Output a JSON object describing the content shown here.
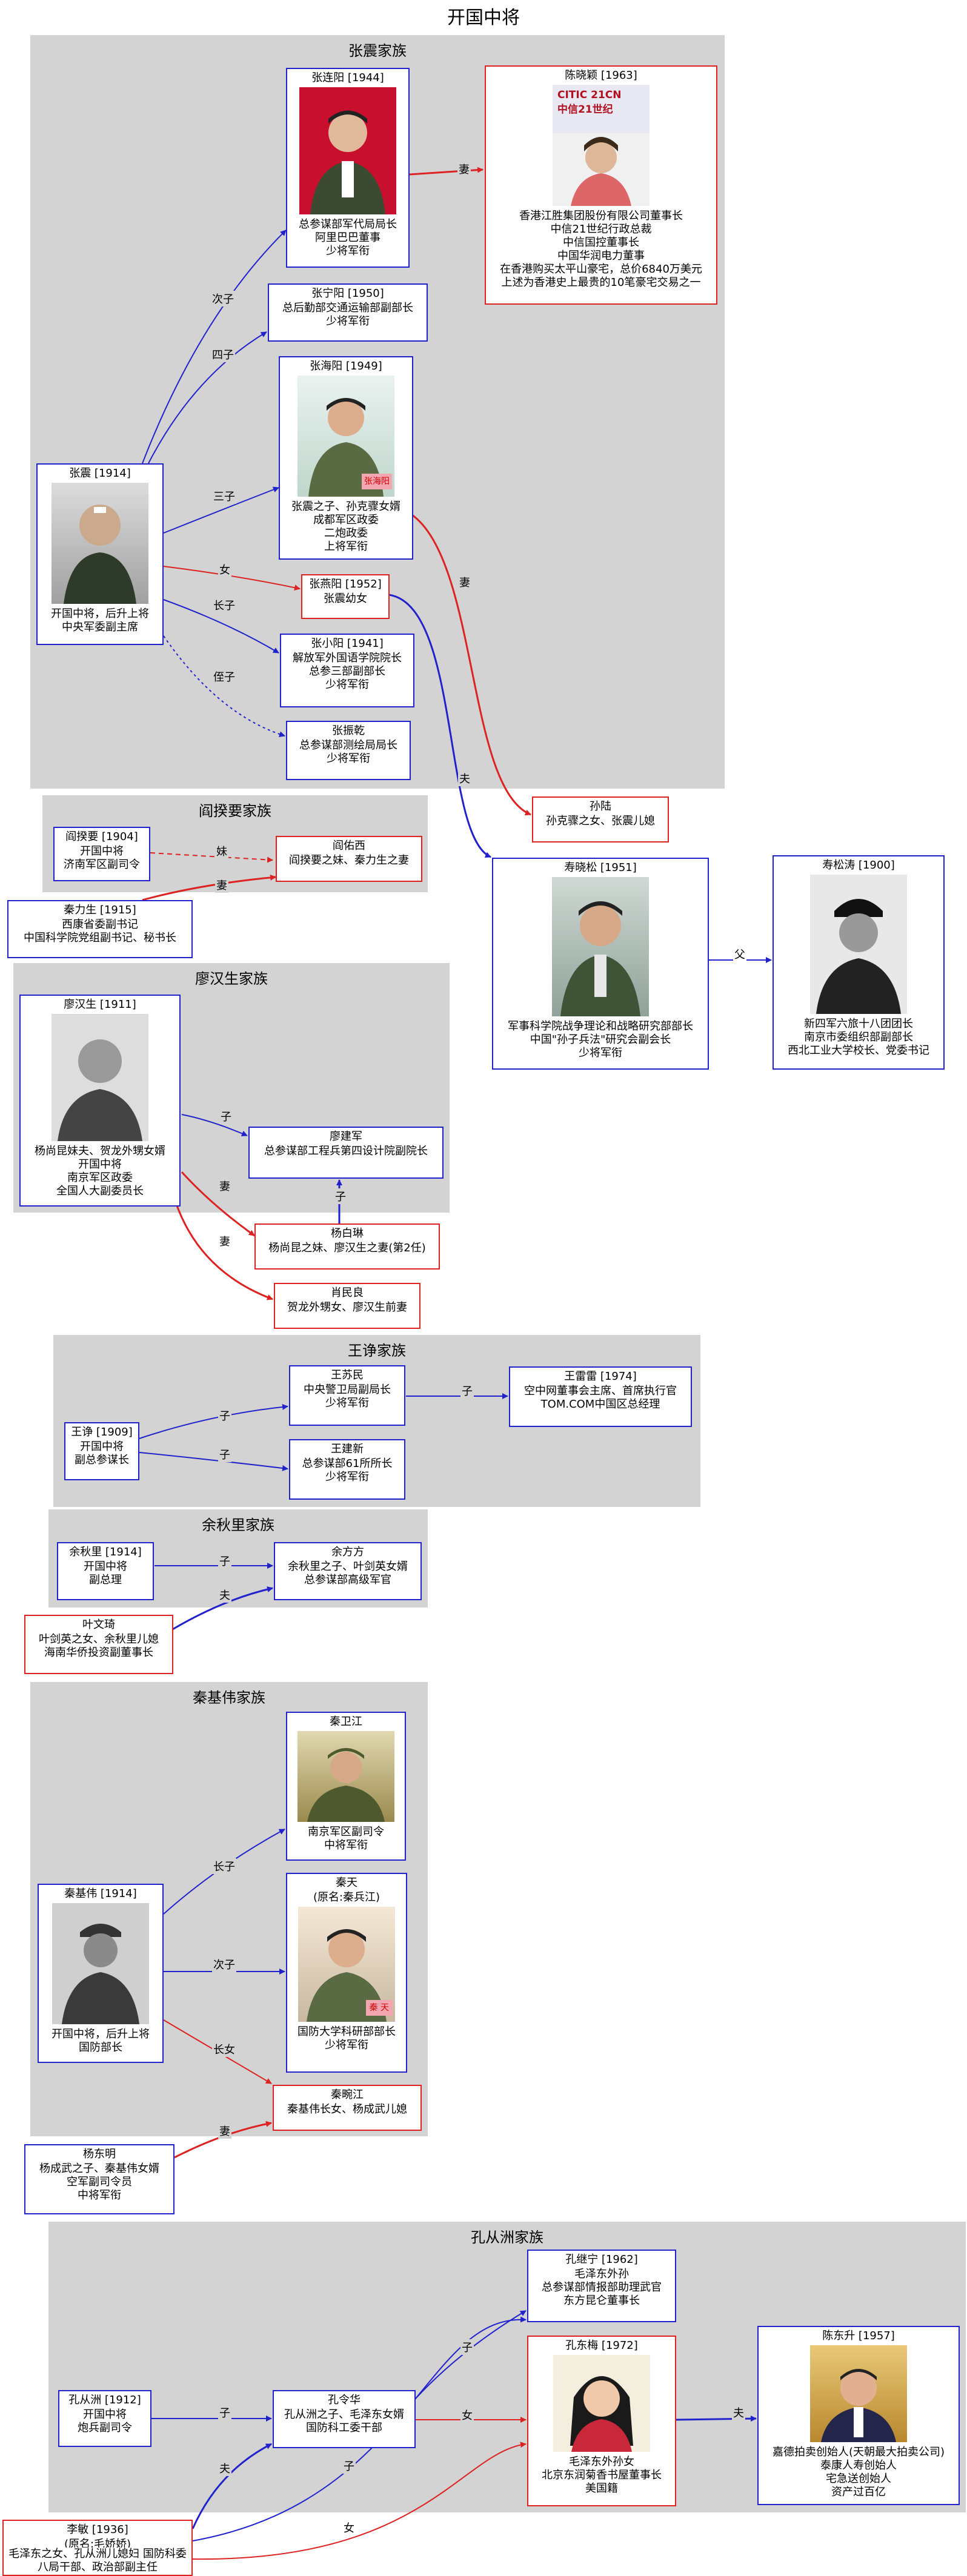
{
  "title": "开国中将",
  "families": {
    "zhangzhen": "张震家族",
    "yanbaohang": "阎揆要家族",
    "liaohansheng": "廖汉生家族",
    "wangzheng": "王诤家族",
    "yuqiuli": "余秋里家族",
    "qinjiwei": "秦基伟家族",
    "kongcongzhou": "孔从洲家族"
  },
  "nodes": {
    "zhangzhen": {
      "name": "张震 [1914]",
      "lines": [
        "开国中将，后升上将",
        "中央军委副主席"
      ]
    },
    "zhanglianyang": {
      "name": "张连阳 [1944]",
      "lines": [
        "总参谋部军代局局长",
        "阿里巴巴董事",
        "少将军衔"
      ]
    },
    "chenxiaoying": {
      "name": "陈晓颖 [1963]",
      "lines": [
        "香港江胜集团股份有限公司董事长",
        "中信21世纪行政总裁",
        "中信国控董事长",
        "中国华润电力董事",
        "在香港购买太平山豪宅，总价6840万美元",
        "上述为香港史上最贵的10笔豪宅交易之一"
      ],
      "photo_text": [
        "CITIC 21CN",
        "中信21世纪"
      ]
    },
    "zhangningyang": {
      "name": "张宁阳 [1950]",
      "lines": [
        "总后勤部交通运输部副部长",
        "少将军衔"
      ]
    },
    "zhanghaiyang": {
      "name": "张海阳 [1949]",
      "lines": [
        "张震之子、孙克骤女婿",
        "成都军区政委",
        "二炮政委",
        "上将军衔"
      ],
      "photo_text": "张海阳"
    },
    "zhangyanyang": {
      "name": "张燕阳 [1952]",
      "lines": [
        "张震幼女"
      ]
    },
    "zhangxiaoyang": {
      "name": "张小阳 [1941]",
      "lines": [
        "解放军外国语学院院长",
        "总参三部副部长",
        "少将军衔"
      ]
    },
    "zhangzhenqian": {
      "name": "张振乾",
      "lines": [
        "总参谋部测绘局局长",
        "少将军衔"
      ]
    },
    "sunli": {
      "name": "孙陆",
      "lines": [
        "孙克骤之女、张震儿媳"
      ]
    },
    "shouxiaosong": {
      "name": "寿晓松 [1951]",
      "lines": [
        "军事科学院战争理论和战略研究部部长",
        "中国\"孙子兵法\"研究会副会长",
        "少将军衔"
      ]
    },
    "shousongtao": {
      "name": "寿松涛 [1900]",
      "lines": [
        "新四军六旅十八团团长",
        "南京市委组织部副部长",
        "西北工业大学校长、党委书记"
      ]
    },
    "yankuiyao": {
      "name": "阎揆要 [1904]",
      "lines": [
        "开国中将",
        "济南军区副司令"
      ]
    },
    "yanyouxi": {
      "name": "阎佑西",
      "lines": [
        "阎揆要之妹、秦力生之妻"
      ]
    },
    "qinlisheng": {
      "name": "秦力生 [1915]",
      "lines": [
        "西康省委副书记",
        "中国科学院党组副书记、秘书长"
      ]
    },
    "liaohansheng": {
      "name": "廖汉生 [1911]",
      "lines": [
        "杨尚昆妹夫、贺龙外甥女婿",
        "开国中将",
        "南京军区政委",
        "全国人大副委员长"
      ]
    },
    "liaojianjun": {
      "name": "廖建军",
      "lines": [
        "总参谋部工程兵第四设计院副院长"
      ]
    },
    "yangbailin": {
      "name": "杨白琳",
      "lines": [
        "杨尚昆之妹、廖汉生之妻(第2任)"
      ]
    },
    "xiaominliang": {
      "name": "肖民良",
      "lines": [
        "贺龙外甥女、廖汉生前妻"
      ]
    },
    "wangzheng": {
      "name": "王诤 [1909]",
      "lines": [
        "开国中将",
        "副总参谋长"
      ]
    },
    "wangsumin": {
      "name": "王苏民",
      "lines": [
        "中央警卫局副局长",
        "少将军衔"
      ]
    },
    "wangleilei": {
      "name": "王雷雷 [1974]",
      "lines": [
        "空中网董事会主席、首席执行官",
        "TOM.COM中国区总经理"
      ]
    },
    "wangjianxin": {
      "name": "王建新",
      "lines": [
        "总参谋部61所所长",
        "少将军衔"
      ]
    },
    "yuqiuli": {
      "name": "余秋里 [1914]",
      "lines": [
        "开国中将",
        "副总理"
      ]
    },
    "yufangfang": {
      "name": "余方方",
      "lines": [
        "余秋里之子、叶剑英女婿",
        "总参谋部高级军官"
      ]
    },
    "yewenqi": {
      "name": "叶文琦",
      "lines": [
        "叶剑英之女、余秋里儿媳",
        "海南华侨投资副董事长"
      ]
    },
    "qinjiwei": {
      "name": "秦基伟 [1914]",
      "lines": [
        "开国中将，后升上将",
        "国防部长"
      ]
    },
    "qinweijiang": {
      "name": "秦卫江",
      "lines": [
        "南京军区副司令",
        "中将军衔"
      ]
    },
    "qintian": {
      "name": "秦天",
      "alias": "(原名:秦兵江)",
      "lines": [
        "国防大学科研部部长",
        "少将军衔"
      ],
      "photo_text": "秦 天"
    },
    "qinwanjiang": {
      "name": "秦畹江",
      "lines": [
        "秦基伟长女、杨成武儿媳"
      ]
    },
    "yangdongming": {
      "name": "杨东明",
      "lines": [
        "杨成武之子、秦基伟女婿",
        "空军副司令员",
        "中将军衔"
      ]
    },
    "kongcongzhou": {
      "name": "孔从洲 [1912]",
      "lines": [
        "开国中将",
        "炮兵副司令"
      ]
    },
    "konglinghua": {
      "name": "孔令华",
      "lines": [
        "孔从洲之子、毛泽东女婿",
        "国防科工委干部"
      ]
    },
    "kongjining": {
      "name": "孔继宁 [1962]",
      "lines": [
        "毛泽东外孙",
        "总参谋部情报部助理武官",
        "东方昆仑董事长"
      ]
    },
    "kongdongmei": {
      "name": "孔东梅 [1972]",
      "lines": [
        "毛泽东外孙女",
        "北京东润菊香书屋董事长",
        "美国籍"
      ]
    },
    "chendongsheng": {
      "name": "陈东升 [1957]",
      "lines": [
        "嘉德拍卖创始人(天朝最大拍卖公司)",
        "泰康人寿创始人",
        "宅急送创始人",
        "资产过百亿"
      ]
    },
    "limin": {
      "name": "李敏 [1936]",
      "alias": "(原名:毛娇娇)",
      "lines": [
        "毛泽东之女、孔从洲儿媳妇",
        "国防科委八局干部、政治部副主任"
      ]
    }
  },
  "edge_labels": {
    "second_son": "次子",
    "fourth_son": "四子",
    "third_son": "三子",
    "daughter": "女",
    "eldest_son": "长子",
    "nephew": "侄子",
    "wife": "妻",
    "husband": "夫",
    "father": "父",
    "younger_sister": "妹",
    "son": "子",
    "eldest_daughter": "长女"
  }
}
